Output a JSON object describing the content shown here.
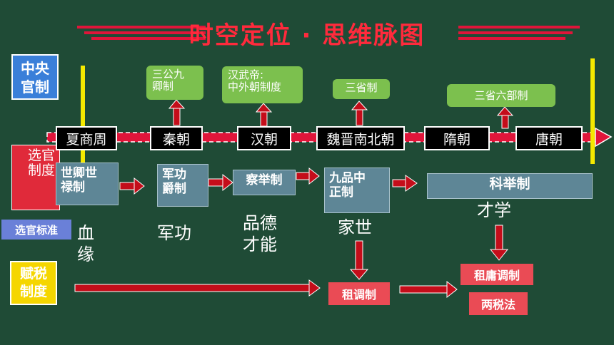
{
  "title": "时空定位 · 思维脉图",
  "row_labels": {
    "central": "中央\n官制",
    "selection": "选官\n制度",
    "standard": "选官标准",
    "tax": "赋税\n制度"
  },
  "eras": [
    "夏商周",
    "秦朝",
    "汉朝",
    "魏晋南北朝",
    "隋朝",
    "唐朝"
  ],
  "central_boxes": [
    "三公九\n卿制",
    "汉武帝:\n中外朝制度",
    "三省制",
    "三省六部制"
  ],
  "selection_boxes": [
    "世卿世\n禄制",
    "军功\n爵制",
    "察举制",
    "九品中\n正制",
    "科举制"
  ],
  "standards": [
    "血\n缘",
    "军功",
    "品德\n才能",
    "家世",
    "才学"
  ],
  "tax_boxes": [
    "租调制",
    "租庸调制",
    "两税法"
  ],
  "colors": {
    "background": "#1f4b36",
    "title": "#ff2a3c",
    "timeline": "#e0153a",
    "label_blue": "#3a7fd9",
    "label_yellow": "#f5d600",
    "green_box": "#7cc04e",
    "slate_box": "#5e8696",
    "red_box": "#ea4b55",
    "arrow": "#c40d1a"
  }
}
